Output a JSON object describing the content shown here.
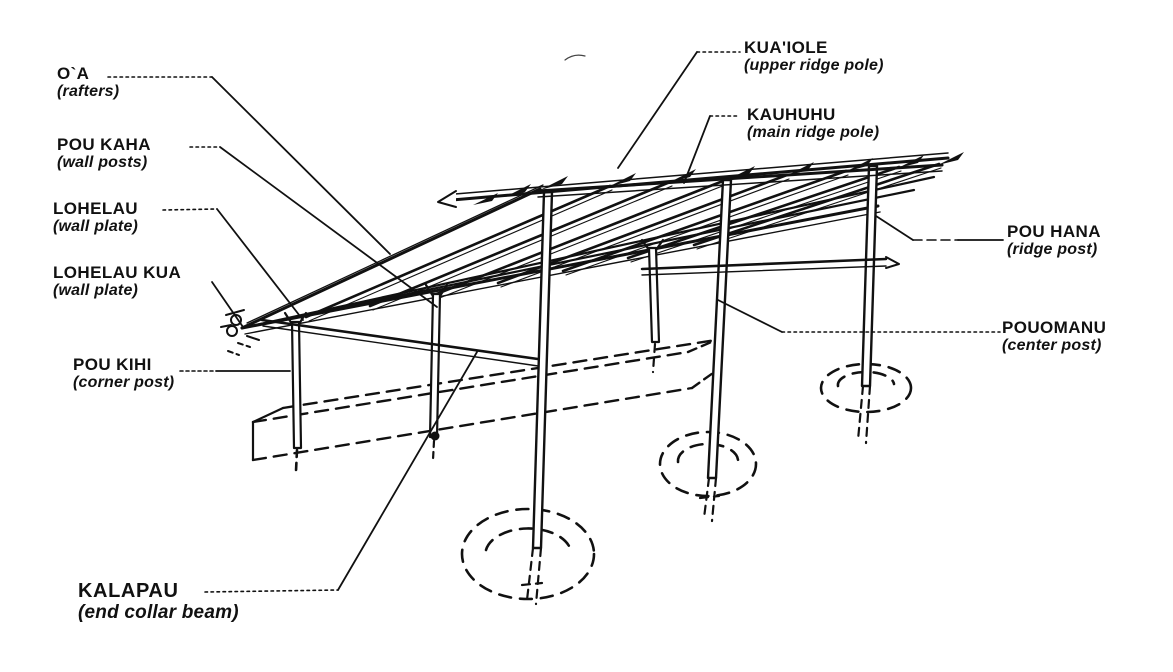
{
  "figure": {
    "type": "labeled line drawing",
    "subject": "Hawaiian hale (house) frame structure with part names"
  },
  "colors": {
    "ink": "#111111",
    "background": "#ffffff"
  },
  "labels": {
    "oa": {
      "term": "O`A",
      "meaning": "(rafters)"
    },
    "pou_kaha": {
      "term": "POU KAHA",
      "meaning": "(wall posts)"
    },
    "lohelau": {
      "term": "LOHELAU",
      "meaning": "(wall plate)"
    },
    "lohelau_kua": {
      "term": "LOHELAU KUA",
      "meaning": "(wall plate)"
    },
    "pou_kihi": {
      "term": "POU KIHI",
      "meaning": "(corner post)"
    },
    "kalapau": {
      "term": "KALAPAU",
      "meaning": "(end collar beam)"
    },
    "kuaiole": {
      "term": "KUA'IOLE",
      "meaning": "(upper ridge pole)"
    },
    "kauhuhu": {
      "term": "KAUHUHU",
      "meaning": "(main ridge pole)"
    },
    "pou_hana": {
      "term": "POU HANA",
      "meaning": "(ridge post)"
    },
    "pouomanu": {
      "term": "POUOMANU",
      "meaning": "(center post)"
    }
  }
}
